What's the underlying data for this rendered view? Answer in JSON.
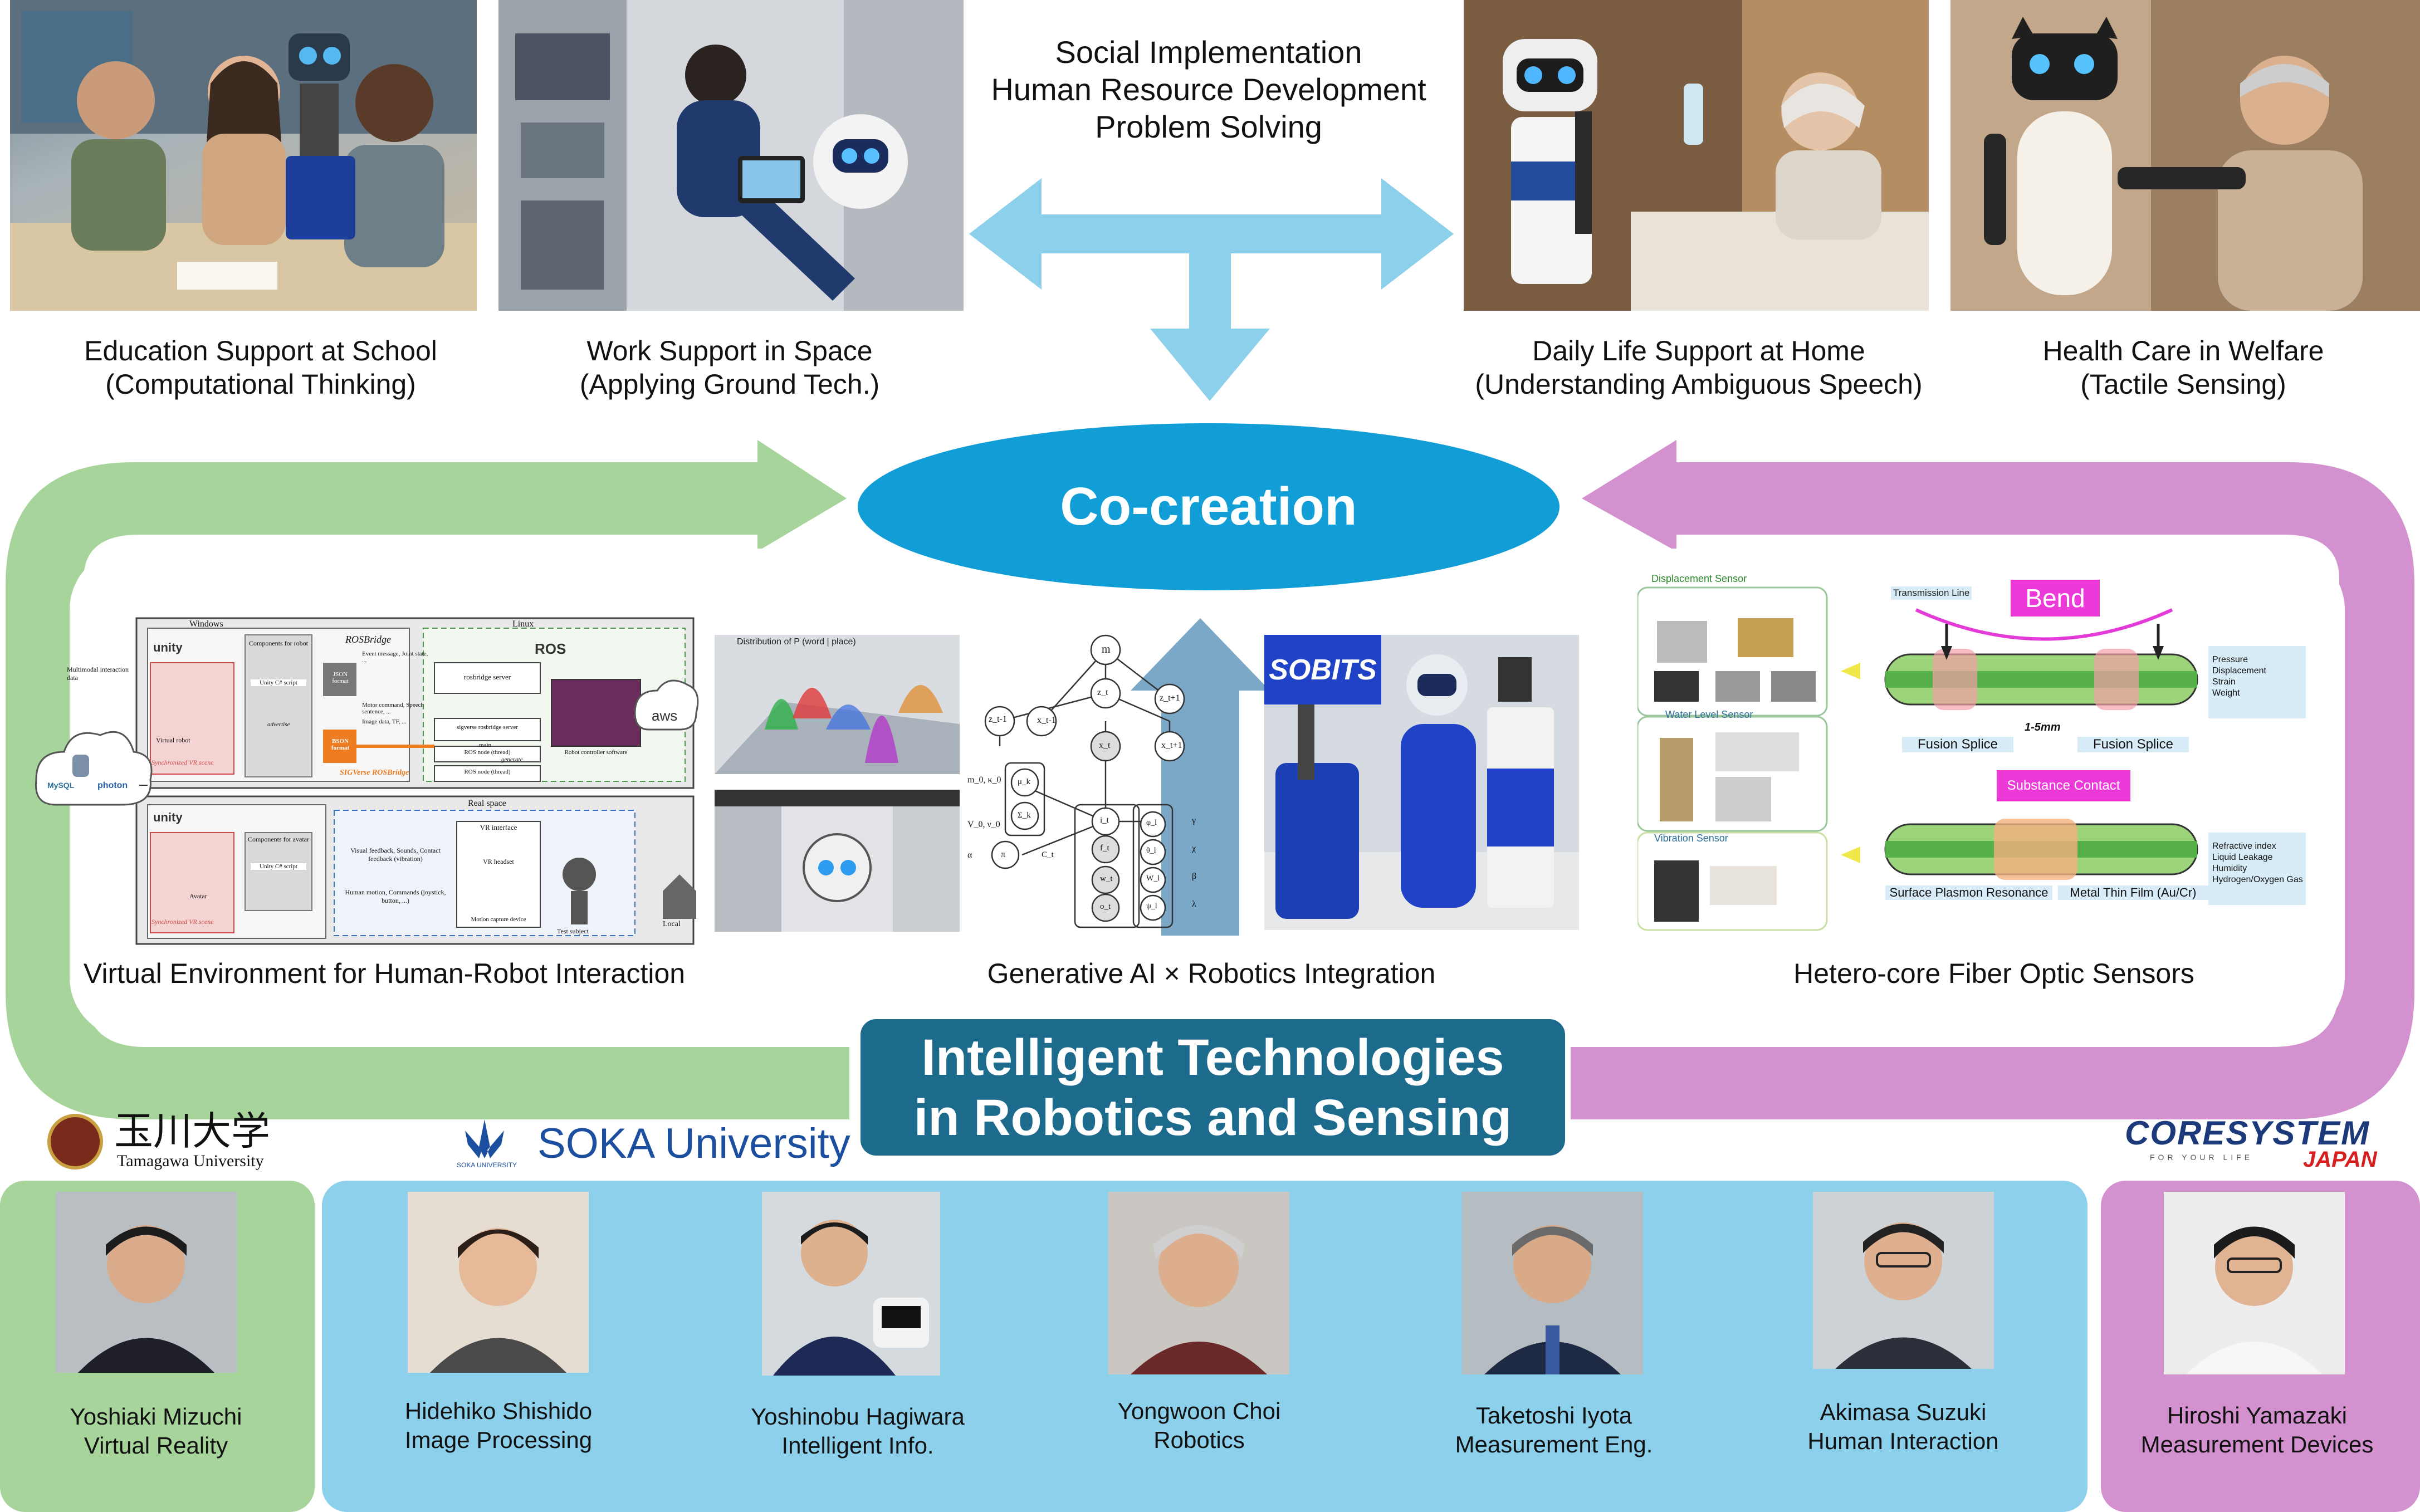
{
  "header": {
    "lines": [
      "Social Implementation",
      "Human Resource Development",
      "Problem Solving"
    ]
  },
  "applications": [
    {
      "title": "Education Support at School",
      "subtitle": "(Computational Thinking)"
    },
    {
      "title": "Work Support in Space",
      "subtitle": "(Applying Ground Tech.)"
    },
    {
      "title": "Daily Life Support at Home",
      "subtitle": "(Understanding Ambiguous Speech)"
    },
    {
      "title": "Health Care in Welfare",
      "subtitle": "(Tactile Sensing)"
    }
  ],
  "cocreation": "Co-creation",
  "core": {
    "line1": "Intelligent Technologies",
    "line2": "in Robotics and Sensing"
  },
  "technologies": [
    {
      "label": "Virtual Environment for Human-Robot Interaction"
    },
    {
      "label": "Generative AI × Robotics Integration"
    },
    {
      "label": "Hetero-core Fiber Optic Sensors"
    }
  ],
  "vr_panel": {
    "windows": "Windows",
    "linux": "Linux",
    "real_space": "Real space",
    "unity": "unity",
    "ros": "ROS",
    "rosbridge": "ROSBridge",
    "json": "JSON format",
    "bson": "BSON format",
    "sigverse": "SIGVerse ROSBridge",
    "aws": "aws",
    "local": "Local",
    "photon": "photon",
    "mysql": "MySQL",
    "multimodal": "Multimodal interaction data",
    "virtual_robot": "Virtual robot",
    "avatar": "Avatar",
    "sync_vr": "Synchronized VR scene",
    "components_robot": "Components for robot",
    "components_avatar": "Components for avatar",
    "unity_cs": "Unity C# script",
    "rosbridge_server": "rosbridge server",
    "sigverse_server": "sigverse rosbridge server",
    "ros_node": "ROS node (thread)",
    "robot_controller": "Robot controller software",
    "event_msg": "Event message, Joint state, ...",
    "motor_cmd": "Motor command, Speech sentence, ...",
    "image_data": "Image data, TF, ...",
    "advertise": "advertise",
    "main": "main",
    "generate": "generate",
    "vr_interface": "VR interface",
    "vr_headset": "VR headset",
    "motion_capture": "Motion capture device",
    "test_subject": "Test subject",
    "visual_feedback": "Visual feedback, Sounds, Contact feedback (vibration)",
    "human_motion": "Human motion, Commands (joystick, button, ...)"
  },
  "ai_panel": {
    "distribution": "Distribution of P (word | place)",
    "nodes": [
      "m",
      "z_t-1",
      "z_t",
      "z_t+1",
      "x_t-1",
      "x_t",
      "x_t+1",
      "m_0, κ_0",
      "μ_k",
      "Σ_k",
      "V_0, ν_0",
      "π",
      "C_t",
      "i_t",
      "f_t",
      "w_t",
      "o_t",
      "α",
      "φ_l",
      "θ_l",
      "W_l",
      "ψ_l",
      "γ",
      "χ",
      "β",
      "λ"
    ],
    "sobits": "SOBITS"
  },
  "sensor_panel": {
    "displacement": "Displacement Sensor",
    "water_level": "Water Level Sensor",
    "vibration": "Vibration Sensor",
    "transmission": "Transmission Line",
    "bend": "Bend",
    "size": "1-5mm",
    "fusion_left": "Fusion Splice",
    "fusion_right": "Fusion Splice",
    "substance": "Substance Contact",
    "spr": "Surface Plasmon Resonance",
    "metal": "Metal Thin Film (Au/Cr)",
    "measures_top": [
      "Pressure",
      "Displacement",
      "Strain",
      "Weight"
    ],
    "measures_bottom": [
      "Refractive index",
      "Liquid Leakage",
      "Humidity",
      "Hydrogen/Oxygen Gas"
    ]
  },
  "logos": {
    "tamagawa_kanji": "玉川大学",
    "tamagawa_en": "Tamagawa University",
    "soka": "SOKA University",
    "soka_small": "SOKA UNIVERSITY",
    "coresystem": "CORESYSTEM",
    "coresystem_tag": "FOR YOUR LIFE",
    "coresystem_japan": "JAPAN"
  },
  "members": [
    {
      "name": "Yoshiaki Mizuchi",
      "field": "Virtual Reality"
    },
    {
      "name": "Hidehiko Shishido",
      "field": "Image Processing"
    },
    {
      "name": "Yoshinobu Hagiwara",
      "field": "Intelligent Info."
    },
    {
      "name": "Yongwoon Choi",
      "field": "Robotics"
    },
    {
      "name": "Taketoshi Iyota",
      "field": "Measurement Eng."
    },
    {
      "name": "Akimasa Suzuki",
      "field": "Human Interaction"
    },
    {
      "name": "Hiroshi Yamazaki",
      "field": "Measurement Devices"
    }
  ],
  "colors": {
    "green_loop": "#a6d49a",
    "pink_loop": "#d392cf",
    "light_blue": "#8cd0ec",
    "oval_blue": "#119dd6",
    "core_box": "#1c6a8c"
  }
}
